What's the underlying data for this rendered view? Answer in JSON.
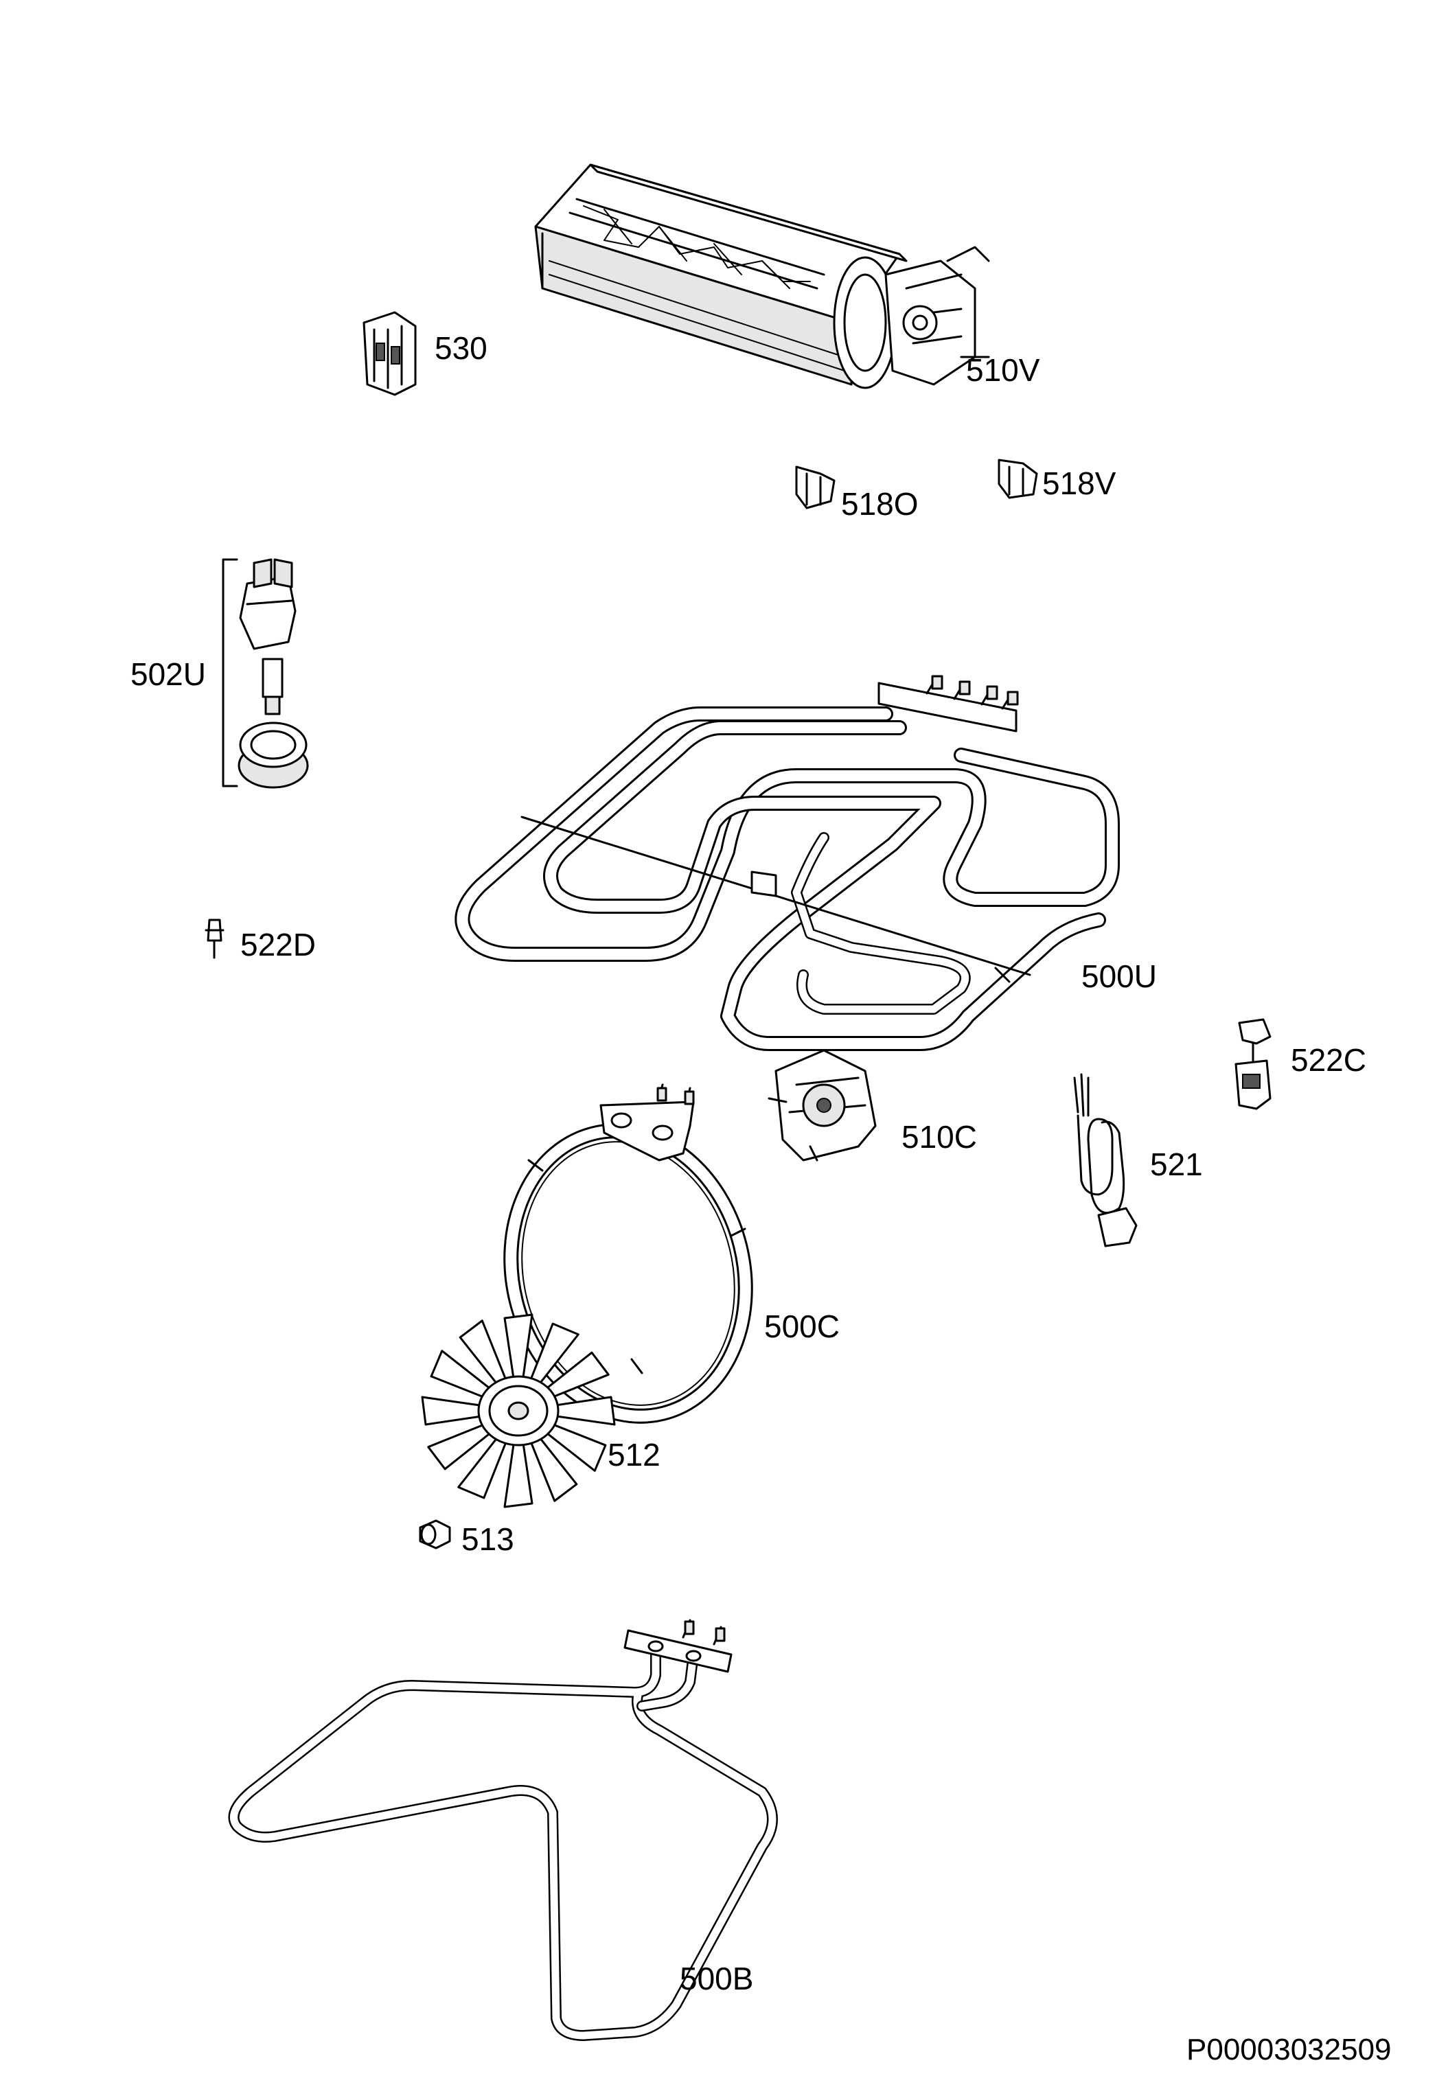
{
  "labels": {
    "p530": "530",
    "p510V": "510V",
    "p518O": "518O",
    "p518V": "518V",
    "p502U": "502U",
    "p500U": "500U",
    "p522D": "522D",
    "p522C": "522C",
    "p510C": "510C",
    "p521": "521",
    "p500C": "500C",
    "p512": "512",
    "p513": "513",
    "p500B": "500B"
  },
  "document_id": "P00003032509"
}
